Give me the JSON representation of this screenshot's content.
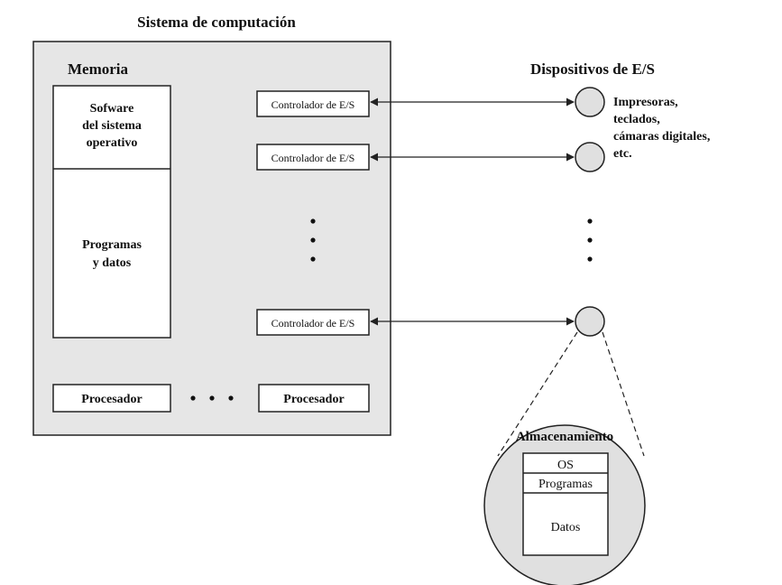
{
  "title": "Sistema de computación",
  "memory": {
    "label": "Memoria",
    "os_software": [
      "Sofware",
      "del sistema",
      "operativo"
    ],
    "programs_data": [
      "Programas",
      "y datos"
    ]
  },
  "controllers": {
    "label": "Controlador de E/S"
  },
  "processors": {
    "left": "Procesador",
    "right": "Procesador"
  },
  "devices": {
    "title": "Dispositivos de E/S",
    "examples": [
      "Impresoras,",
      "teclados,",
      "cámaras digitales,",
      "etc."
    ]
  },
  "storage": {
    "label": "Almacenamiento",
    "os": "OS",
    "programs": "Programas",
    "data": "Datos"
  },
  "colors": {
    "system_fill": "#e6e6e6",
    "device_fill": "#e0e0e0",
    "stroke": "#222222"
  }
}
